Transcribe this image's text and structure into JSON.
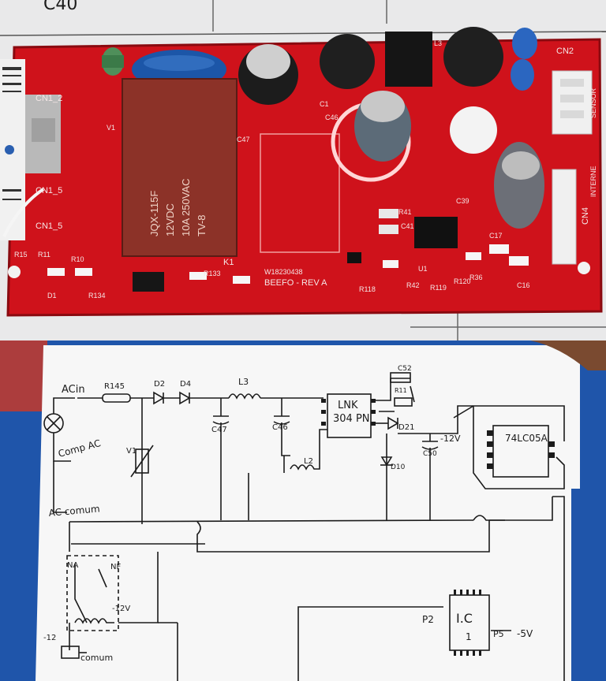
{
  "pcb": {
    "board_color": "#d4141c",
    "top_sketch_label": "C40",
    "connector_labels": [
      "CN1_2",
      "CN1_5",
      "CN1_5",
      "CN2",
      "CN4",
      "SENSOR",
      "INTERNE"
    ],
    "part_labels": [
      "R15",
      "R11",
      "R10",
      "D1",
      "R134",
      "K1",
      "R133",
      "R118",
      "R119",
      "R120",
      "R41",
      "R42",
      "R36",
      "U1",
      "C39",
      "C41",
      "C17",
      "C1",
      "C16",
      "L3",
      "C46",
      "C47",
      "V1"
    ],
    "relay_text": [
      "JQX-115F",
      "12VDC",
      "10A 250VAC",
      "TV-8"
    ],
    "board_id": "BEEFO - REV A",
    "board_number": "W18230438"
  },
  "schematic": {
    "labels": {
      "ac_in": "ACin",
      "comp_ac": "Comp AC",
      "r145": "R145",
      "d2": "D2",
      "d4": "D4",
      "l3": "L3",
      "c47": "C47",
      "c46": "C46",
      "l2": "L2",
      "v1": "V1",
      "lnk": "LNK",
      "lnk_part": "304 PN",
      "c52": "C52",
      "r11": "R11",
      "d21": "D21",
      "minus12v": "-12V",
      "d10": "D10",
      "c50": "C50",
      "ic_74": "74LC05A",
      "ac_comum": "AC comum",
      "na": "NA",
      "nf": "NF",
      "coil_minus12v": "-12V",
      "minus12": "-12",
      "comum": "comum",
      "p2": "P2",
      "ic1": "I.C",
      "ic1_num": "1",
      "p5": "P5",
      "minus5v": "-5V"
    }
  }
}
